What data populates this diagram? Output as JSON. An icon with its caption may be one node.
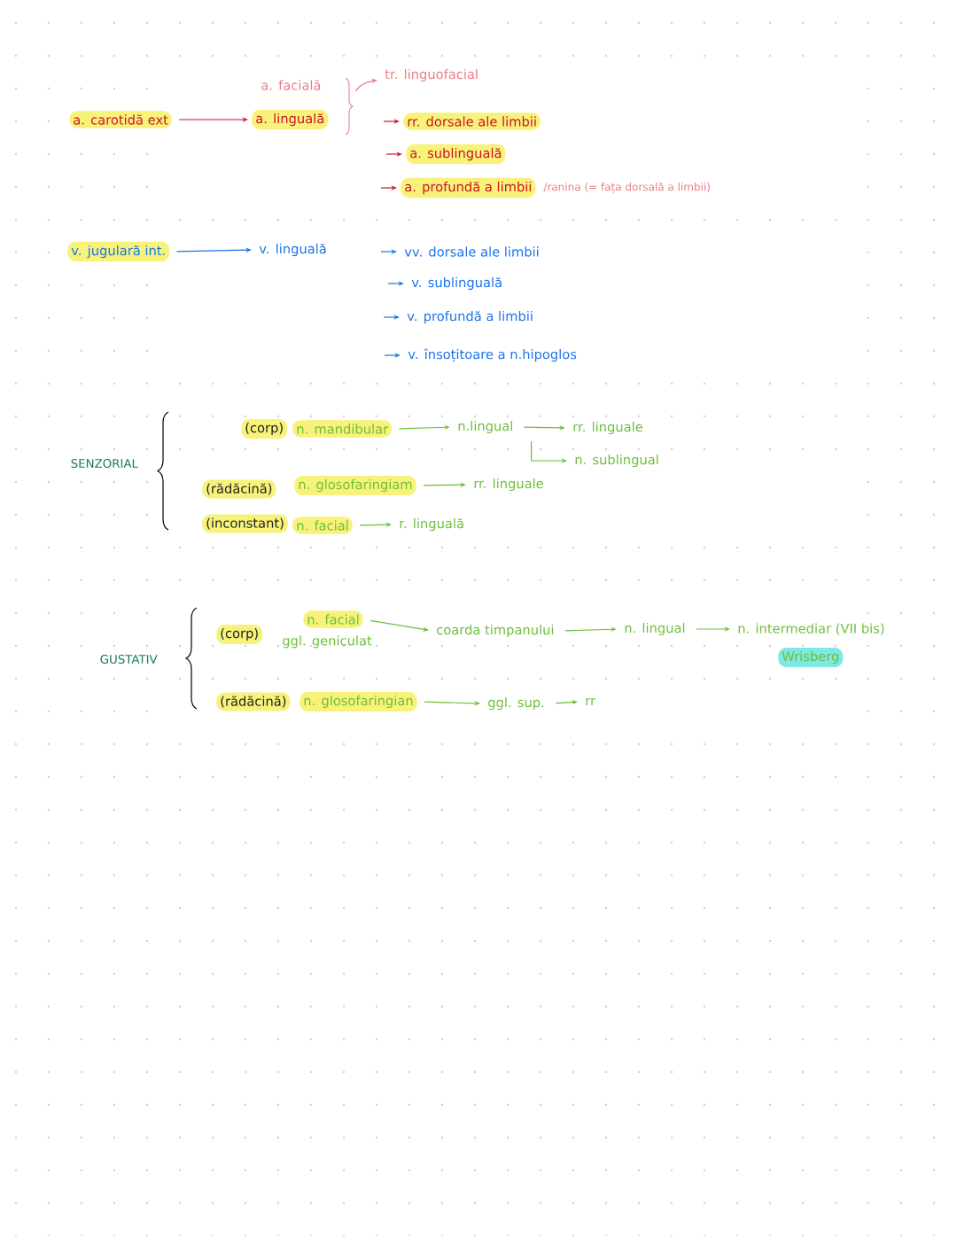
{
  "diagram": {
    "nodes": [
      {
        "text": [
          "a. carotidă ext"
        ]
      },
      {
        "text": [
          "a. linguală"
        ]
      },
      {
        "text": [
          "a. facială"
        ]
      },
      {
        "text": [
          "tr. linguofacial"
        ]
      },
      {
        "text": [
          "rr. dorsale ale limbii"
        ]
      },
      {
        "text": [
          "a. sublinguală"
        ]
      },
      {
        "text": [
          "a. profundă a limbii"
        ],
        "beside": [
          "/ranina (= fața dorsală a limbii)"
        ]
      },
      {
        "text": [
          "v. jugulară int."
        ]
      },
      {
        "text": [
          "v. linguală"
        ]
      },
      {
        "text": [
          "vv. dorsale ale limbii"
        ]
      },
      {
        "text": [
          "v. sublinguală"
        ]
      },
      {
        "text": [
          "v. profundă a limbii"
        ]
      },
      {
        "text": [
          "v. însoțitoare a n.hipoglos"
        ]
      },
      {
        "text": [
          "(corp)"
        ]
      },
      {
        "text": [
          "n. mandibular"
        ]
      },
      {
        "text": [
          "n.lingual"
        ]
      },
      {
        "text": [
          "rr. linguale"
        ]
      },
      {
        "text": [
          "n. sublingual"
        ]
      },
      {
        "text": [
          "(rădăcină)"
        ]
      },
      {
        "text": [
          "n. glosofaringiam"
        ]
      },
      {
        "text": [
          "rr. linguale"
        ]
      },
      {
        "text": [
          "(inconstant)"
        ]
      },
      {
        "text": [
          "n. facial"
        ]
      },
      {
        "text": [
          "r. linguală"
        ]
      },
      {
        "text": [
          "(corp)"
        ]
      },
      {
        "text": [
          "n. facial"
        ],
        "beside": [
          "ggl. geniculat"
        ]
      },
      {
        "text": [
          "coarda timpanului"
        ]
      },
      {
        "text": [
          "n. lingual"
        ]
      },
      {
        "text": [
          "n. intermediar (VII bis)"
        ]
      },
      {
        "text": [
          "Wrisberg"
        ]
      },
      {
        "text": [
          "(rădăcină)"
        ]
      },
      {
        "text": [
          "n. glosofaringian"
        ]
      },
      {
        "text": [
          "ggl. sup."
        ]
      },
      {
        "text": [
          "rr"
        ]
      }
    ],
    "edges": [
      {
        "from": 0,
        "to": 1,
        "arrow": "to",
        "color": "#d0102a"
      },
      {
        "from": null,
        "to": 3,
        "arrow": "to",
        "color": "#ec7c86"
      },
      {
        "from": null,
        "to": 4,
        "arrow": "to",
        "color": "#d0102a"
      },
      {
        "from": null,
        "to": 5,
        "arrow": "to",
        "color": "#d0102a"
      },
      {
        "from": null,
        "to": 6,
        "arrow": "to",
        "color": "#d0102a"
      },
      {
        "from": 7,
        "to": 8,
        "arrow": "to",
        "color": "#1a73e8"
      },
      {
        "from": null,
        "to": 9,
        "arrow": "to",
        "color": "#1a73e8"
      },
      {
        "from": null,
        "to": 10,
        "arrow": "to",
        "color": "#1a73e8"
      },
      {
        "from": null,
        "to": 11,
        "arrow": "to",
        "color": "#1a73e8"
      },
      {
        "from": null,
        "to": 12,
        "arrow": "to",
        "color": "#1a73e8"
      },
      {
        "from": 14,
        "to": 15,
        "arrow": "to"
      },
      {
        "from": 15,
        "to": 16,
        "arrow": "to"
      },
      {
        "from": 15,
        "to": 17,
        "arrow": "to"
      },
      {
        "from": 19,
        "to": 20,
        "arrow": "to"
      },
      {
        "from": 22,
        "to": 23,
        "arrow": "to"
      },
      {
        "from": 25,
        "to": 26,
        "arrow": "to"
      },
      {
        "from": 26,
        "to": 27,
        "arrow": "to"
      },
      {
        "from": 27,
        "to": 28,
        "arrow": "to"
      },
      {
        "from": 31,
        "to": 32,
        "arrow": "to"
      },
      {
        "from": 32,
        "to": 33,
        "arrow": "to"
      }
    ],
    "labels": [
      "SENZORIAL",
      "GUSTATIV"
    ]
  }
}
